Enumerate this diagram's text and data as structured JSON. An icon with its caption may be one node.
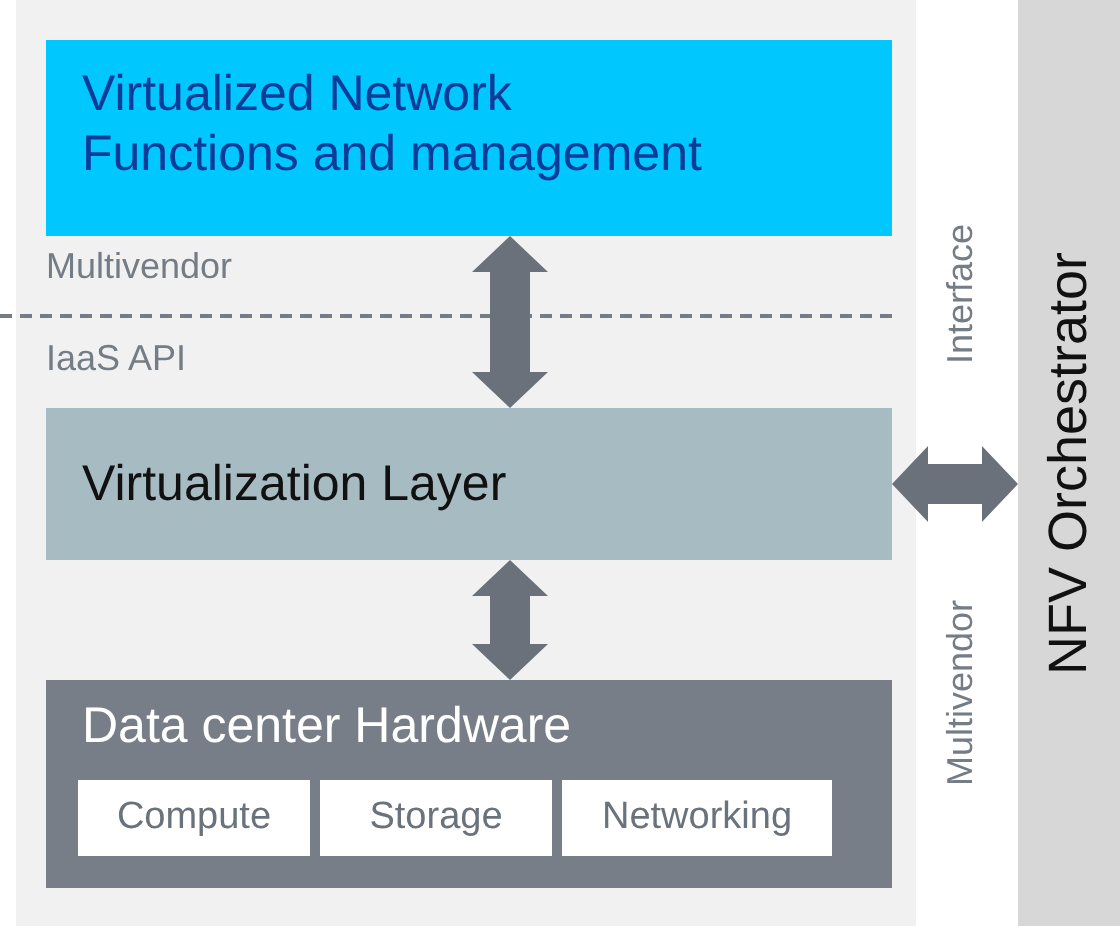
{
  "diagram": {
    "nodes": [
      {
        "text": [
          "Virtualized Network Functions and management"
        ]
      },
      {
        "text": [
          "Virtualization Layer"
        ]
      },
      {
        "text": [
          "Data center Hardware"
        ]
      },
      {
        "text": [
          "Compute"
        ],
        "in": 2
      },
      {
        "text": [
          "Storage"
        ],
        "in": 2
      },
      {
        "text": [
          "Networking"
        ],
        "in": 2
      },
      {
        "text": [
          "NFV Orchestrator"
        ]
      }
    ],
    "edges": [
      {
        "from": 0,
        "to": 1,
        "arrow": "both"
      },
      {
        "from": 1,
        "to": 2,
        "arrow": "both"
      },
      {
        "from": 1,
        "to": 6,
        "arrow": "both"
      }
    ],
    "labels": [
      "Multivendor",
      "IaaS API",
      "Interface",
      "Multivendor"
    ]
  }
}
